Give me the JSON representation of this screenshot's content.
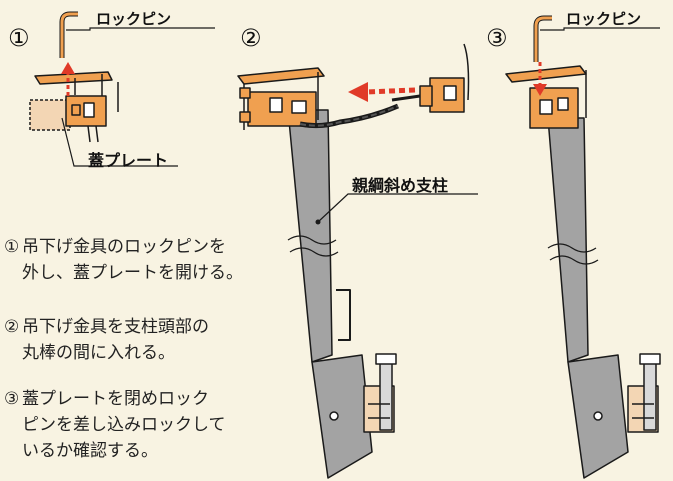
{
  "steps": [
    {
      "number": "①"
    },
    {
      "number": "②"
    },
    {
      "number": "③"
    }
  ],
  "labels": {
    "lock_pin_1": "ロックピン",
    "lock_pin_3": "ロックピン",
    "lid_plate": "蓋プレート",
    "main_rope_strut": "親綱斜め支柱"
  },
  "instructions": [
    {
      "number": "①",
      "line1": "吊下げ金具のロックピンを",
      "line2": "外し、蓋プレートを開ける。"
    },
    {
      "number": "②",
      "line1": "吊下げ金具を支柱頭部の",
      "line2": "丸棒の間に入れる。"
    },
    {
      "number": "③",
      "line1": "蓋プレートを閉めロック",
      "line2": "ピンを差し込みロックして",
      "line3": "いるか確認する。"
    }
  ],
  "colors": {
    "background": "#f8f3e2",
    "bracket_orange": "#f0a050",
    "post_gray": "#a3a3a3",
    "arrow_red": "#e03a28",
    "outline": "#1a1a1a"
  }
}
